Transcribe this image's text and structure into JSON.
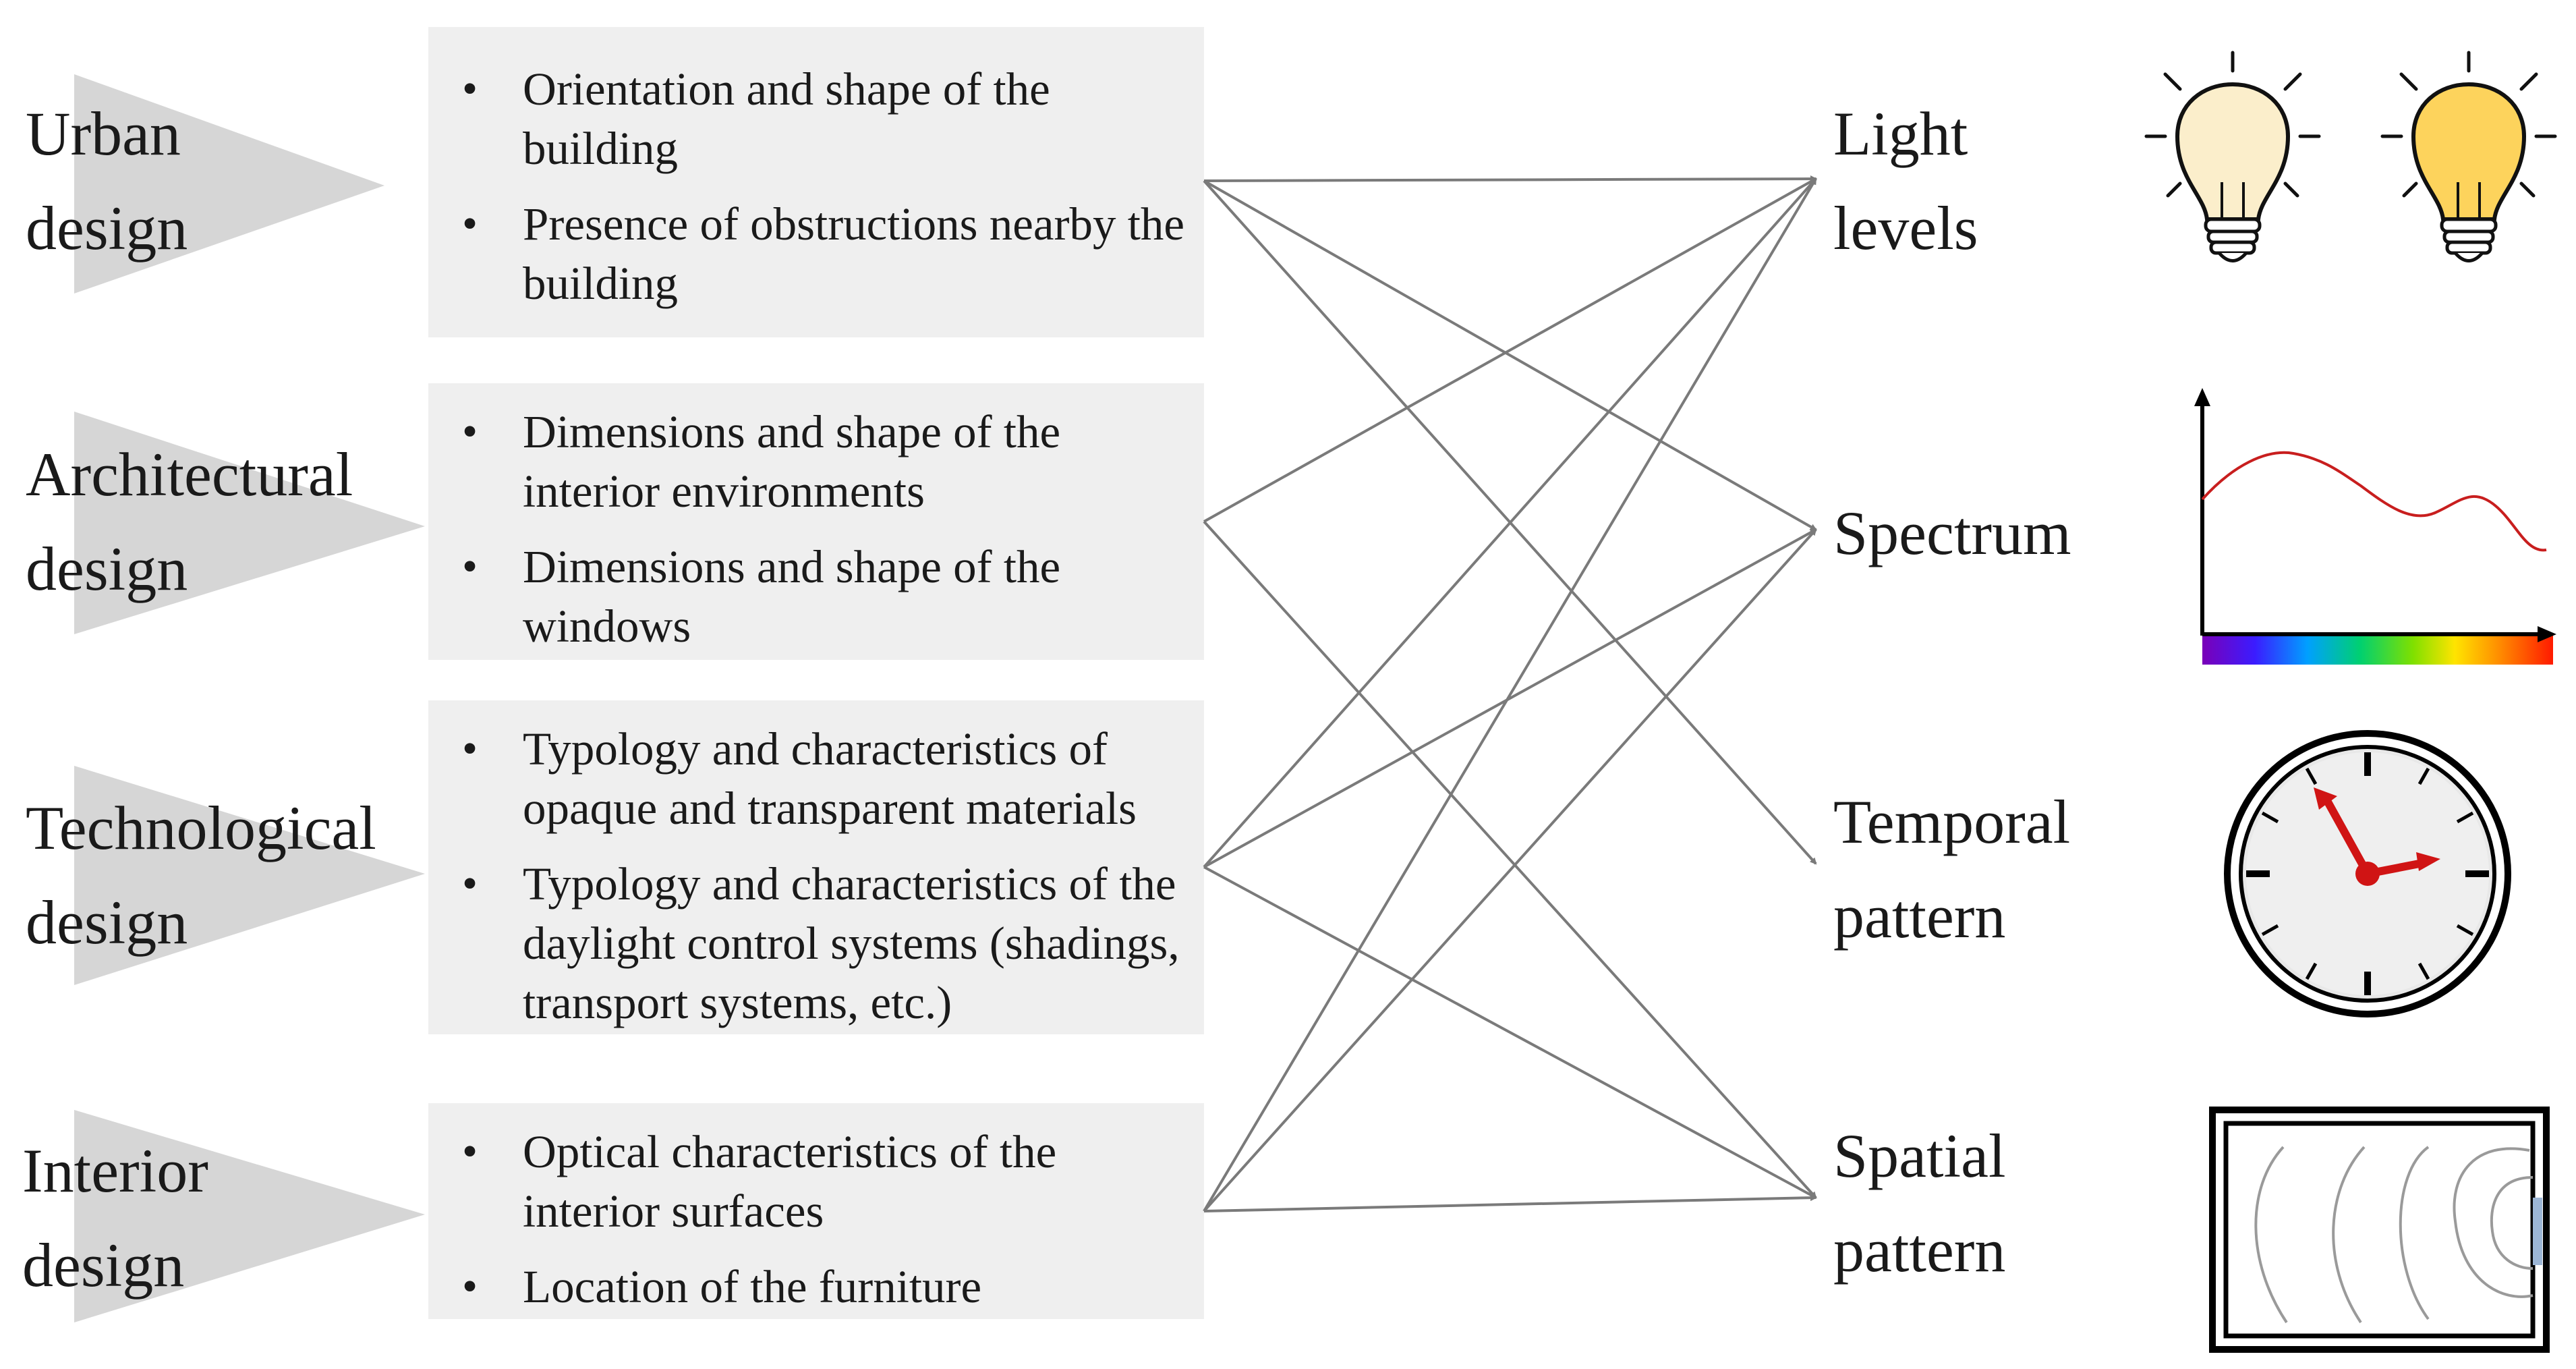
{
  "categories": [
    {
      "id": "urban",
      "label_lines": [
        "Urban",
        "design"
      ],
      "items": [
        "Orientation and shape of the building",
        "Presence of obstructions nearby the building"
      ]
    },
    {
      "id": "architectural",
      "label_lines": [
        "Architectural",
        "design"
      ],
      "items": [
        "Dimensions and shape of the interior environments",
        "Dimensions and shape of the windows"
      ]
    },
    {
      "id": "technological",
      "label_lines": [
        "Technological",
        "design"
      ],
      "items": [
        "Typology and characteristics of opaque and transparent materials",
        "Typology and characteristics of the daylight control systems (shadings, transport systems, etc.)"
      ]
    },
    {
      "id": "interior",
      "label_lines": [
        "Interior",
        "design"
      ],
      "items": [
        "Optical characteristics of the interior surfaces",
        "Location of the furniture"
      ]
    }
  ],
  "outputs": [
    {
      "id": "light-levels",
      "label_lines": [
        "Light",
        "levels"
      ],
      "icon": "light-bulbs-icon"
    },
    {
      "id": "spectrum",
      "label_lines": [
        "Spectrum"
      ],
      "icon": "spectrum-chart-icon"
    },
    {
      "id": "temporal-pattern",
      "label_lines": [
        "Temporal",
        "pattern"
      ],
      "icon": "clock-icon"
    },
    {
      "id": "spatial-pattern",
      "label_lines": [
        "Spatial",
        "pattern"
      ],
      "icon": "floor-plan-contours-icon"
    }
  ],
  "connections": [
    [
      "urban",
      "light-levels"
    ],
    [
      "urban",
      "spectrum"
    ],
    [
      "urban",
      "temporal-pattern"
    ],
    [
      "architectural",
      "light-levels"
    ],
    [
      "architectural",
      "spatial-pattern"
    ],
    [
      "technological",
      "light-levels"
    ],
    [
      "technological",
      "spectrum"
    ],
    [
      "technological",
      "spatial-pattern"
    ],
    [
      "interior",
      "light-levels"
    ],
    [
      "interior",
      "spectrum"
    ],
    [
      "interior",
      "spatial-pattern"
    ]
  ],
  "colors": {
    "box_fill": "#efefef",
    "triangle_fill": "#d6d6d6",
    "connector": "#7a7a7a",
    "text": "#1a1a1a",
    "bulb_off": "#fbeecb",
    "bulb_on": "#fdd35c",
    "spd_curve": "#c81e1e",
    "clock_hand": "#d01414",
    "window": "#9cb6d6"
  }
}
